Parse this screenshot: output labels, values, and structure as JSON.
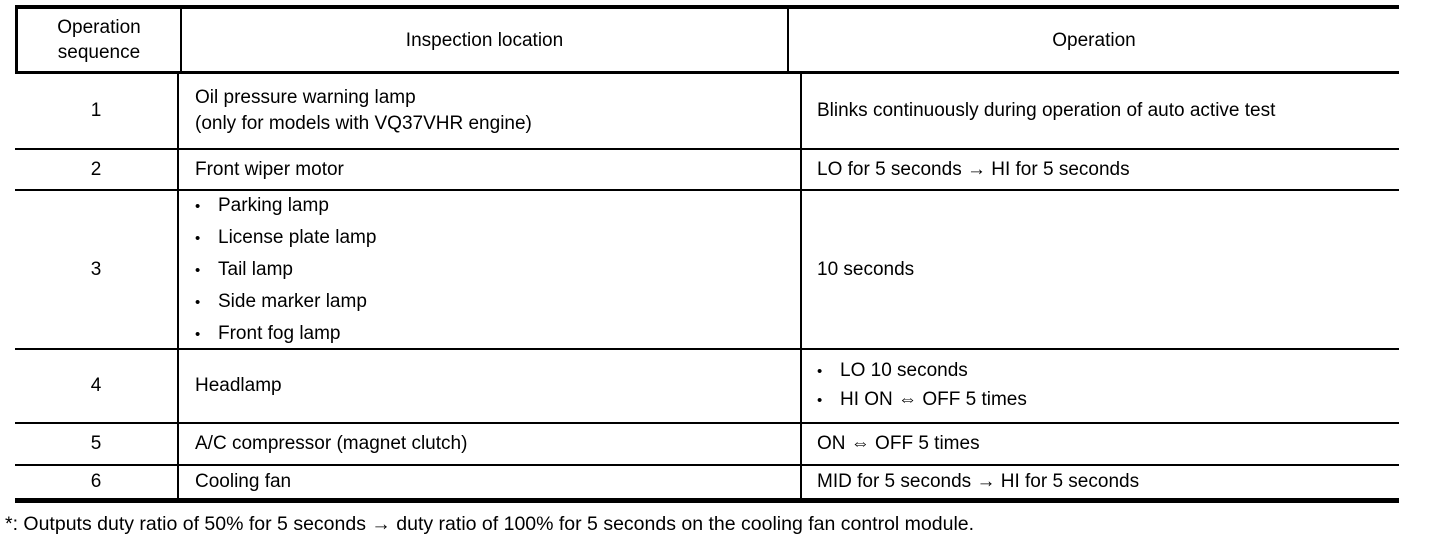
{
  "bullet_char": "•",
  "colors": {
    "border": "#000000",
    "background": "#ffffff",
    "text": "#000000"
  },
  "table": {
    "header": {
      "col1_line1": "Operation",
      "col1_line2": "sequence",
      "col2": "Inspection location",
      "col3": "Operation"
    },
    "rows": [
      {
        "seq": "1",
        "location": {
          "lines": [
            "Oil pressure warning lamp",
            "(only for models with VQ37VHR engine)"
          ]
        },
        "operation": {
          "lines": [
            "Blinks continuously during operation of auto active test"
          ]
        }
      },
      {
        "seq": "2",
        "location": {
          "lines": [
            "Front wiper motor"
          ]
        },
        "operation": {
          "lines": [
            "LO for 5 seconds → HI for 5 seconds"
          ]
        }
      },
      {
        "seq": "3",
        "location": {
          "bulleted": true,
          "lines": [
            "Parking lamp",
            "License plate lamp",
            "Tail lamp",
            "Side marker lamp",
            "Front fog lamp"
          ]
        },
        "operation": {
          "lines": [
            "10 seconds"
          ]
        }
      },
      {
        "seq": "4",
        "location": {
          "lines": [
            "Headlamp"
          ]
        },
        "operation": {
          "bulleted": true,
          "lines": [
            "LO 10 seconds",
            "HI ON ⇔ OFF 5 times"
          ]
        }
      },
      {
        "seq": "5",
        "location": {
          "lines": [
            "A/C compressor (magnet clutch)"
          ]
        },
        "operation": {
          "lines": [
            "ON ⇔ OFF 5 times"
          ]
        }
      },
      {
        "seq": "6",
        "location": {
          "lines": [
            "Cooling fan"
          ]
        },
        "operation": {
          "lines": [
            "MID for 5 seconds → HI for 5 seconds"
          ]
        }
      }
    ]
  },
  "footnote": "*: Outputs duty ratio of 50% for 5 seconds → duty ratio of 100% for 5 seconds on the cooling fan control module."
}
